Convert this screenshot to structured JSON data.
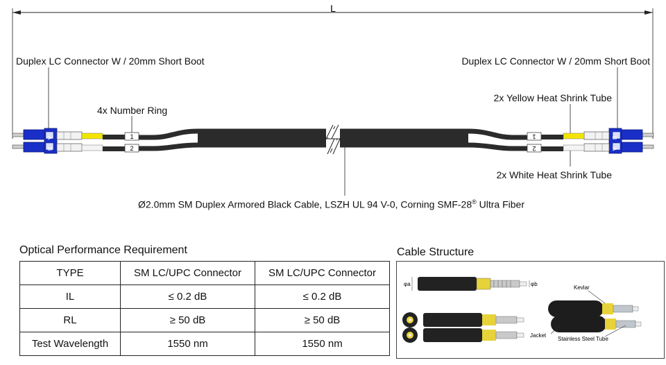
{
  "dimension": {
    "length_label": "L"
  },
  "labels": {
    "left_connector": "Duplex LC Connector W / 20mm Short Boot",
    "right_connector": "Duplex LC Connector W / 20mm Short Boot",
    "number_ring": "4x Number Ring",
    "yellow_shrink": "2x Yellow Heat Shrink Tube",
    "white_shrink": "2x White Heat Shrink Tube",
    "cable_desc": "Ø2.0mm SM Duplex Armored Black Cable, LSZH UL 94 V-0, Corning SMF-28",
    "cable_desc_sup": "®",
    "cable_desc_end": "Ultra Fiber"
  },
  "markings": {
    "ring_1": "1",
    "ring_2": "2",
    "left_a": "A",
    "left_b": "B",
    "right_b": "B",
    "right_a": "A"
  },
  "performance": {
    "title": "Optical Performance Requirement",
    "headers": [
      "TYPE",
      "SM LC/UPC Connector",
      "SM LC/UPC Connector"
    ],
    "rows": [
      [
        "IL",
        "≤ 0.2 dB",
        "≤ 0.2 dB"
      ],
      [
        "RL",
        "≥ 50 dB",
        "≥ 50 dB"
      ],
      [
        "Test Wavelength",
        "1550 nm",
        "1550 nm"
      ]
    ]
  },
  "structure": {
    "title": "Cable Structure",
    "phi_a": "φa",
    "phi_b": "φb",
    "kevlar": "Kevlar",
    "jacket": "Jacket",
    "steel_tube": "Stainless Steel Tube"
  },
  "colors": {
    "connector_blue": "#1a2fc8",
    "cable_black": "#2b2b2b",
    "kevlar_yellow": "#e8d23a",
    "shrink_yellow": "#f2e600"
  }
}
